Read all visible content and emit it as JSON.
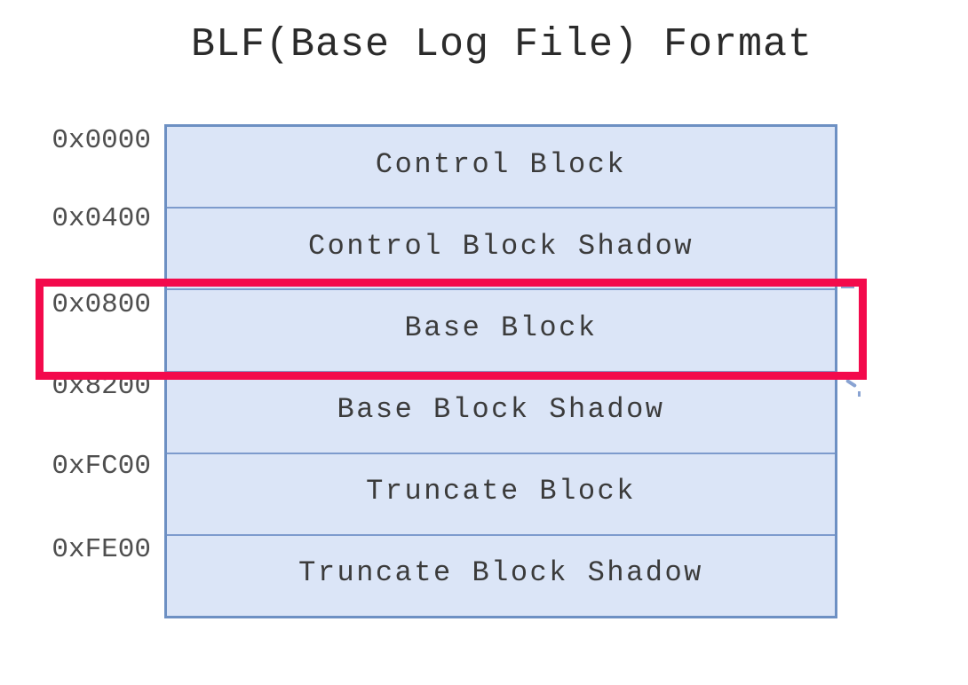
{
  "title": "BLF(Base Log File) Format",
  "diagram": {
    "blocks": [
      {
        "offset": "0x0000",
        "label": "Control Block",
        "highlighted": false
      },
      {
        "offset": "0x0400",
        "label": "Control Block Shadow",
        "highlighted": false
      },
      {
        "offset": "0x0800",
        "label": "Base Block",
        "highlighted": true
      },
      {
        "offset": "0x8200",
        "label": "Base Block Shadow",
        "highlighted": false
      },
      {
        "offset": "0xFC00",
        "label": "Truncate Block",
        "highlighted": false
      },
      {
        "offset": "0xFE00",
        "label": "Truncate Block Shadow",
        "highlighted": false
      }
    ],
    "colors": {
      "block_fill": "#dbe5f7",
      "block_border": "#6d90c3",
      "divider": "#7d9bcd",
      "highlight": "#f30a4c",
      "title_text": "#2b2b2b",
      "block_label_text": "#3b3b3b",
      "offset_text": "#4f4f4f"
    }
  }
}
